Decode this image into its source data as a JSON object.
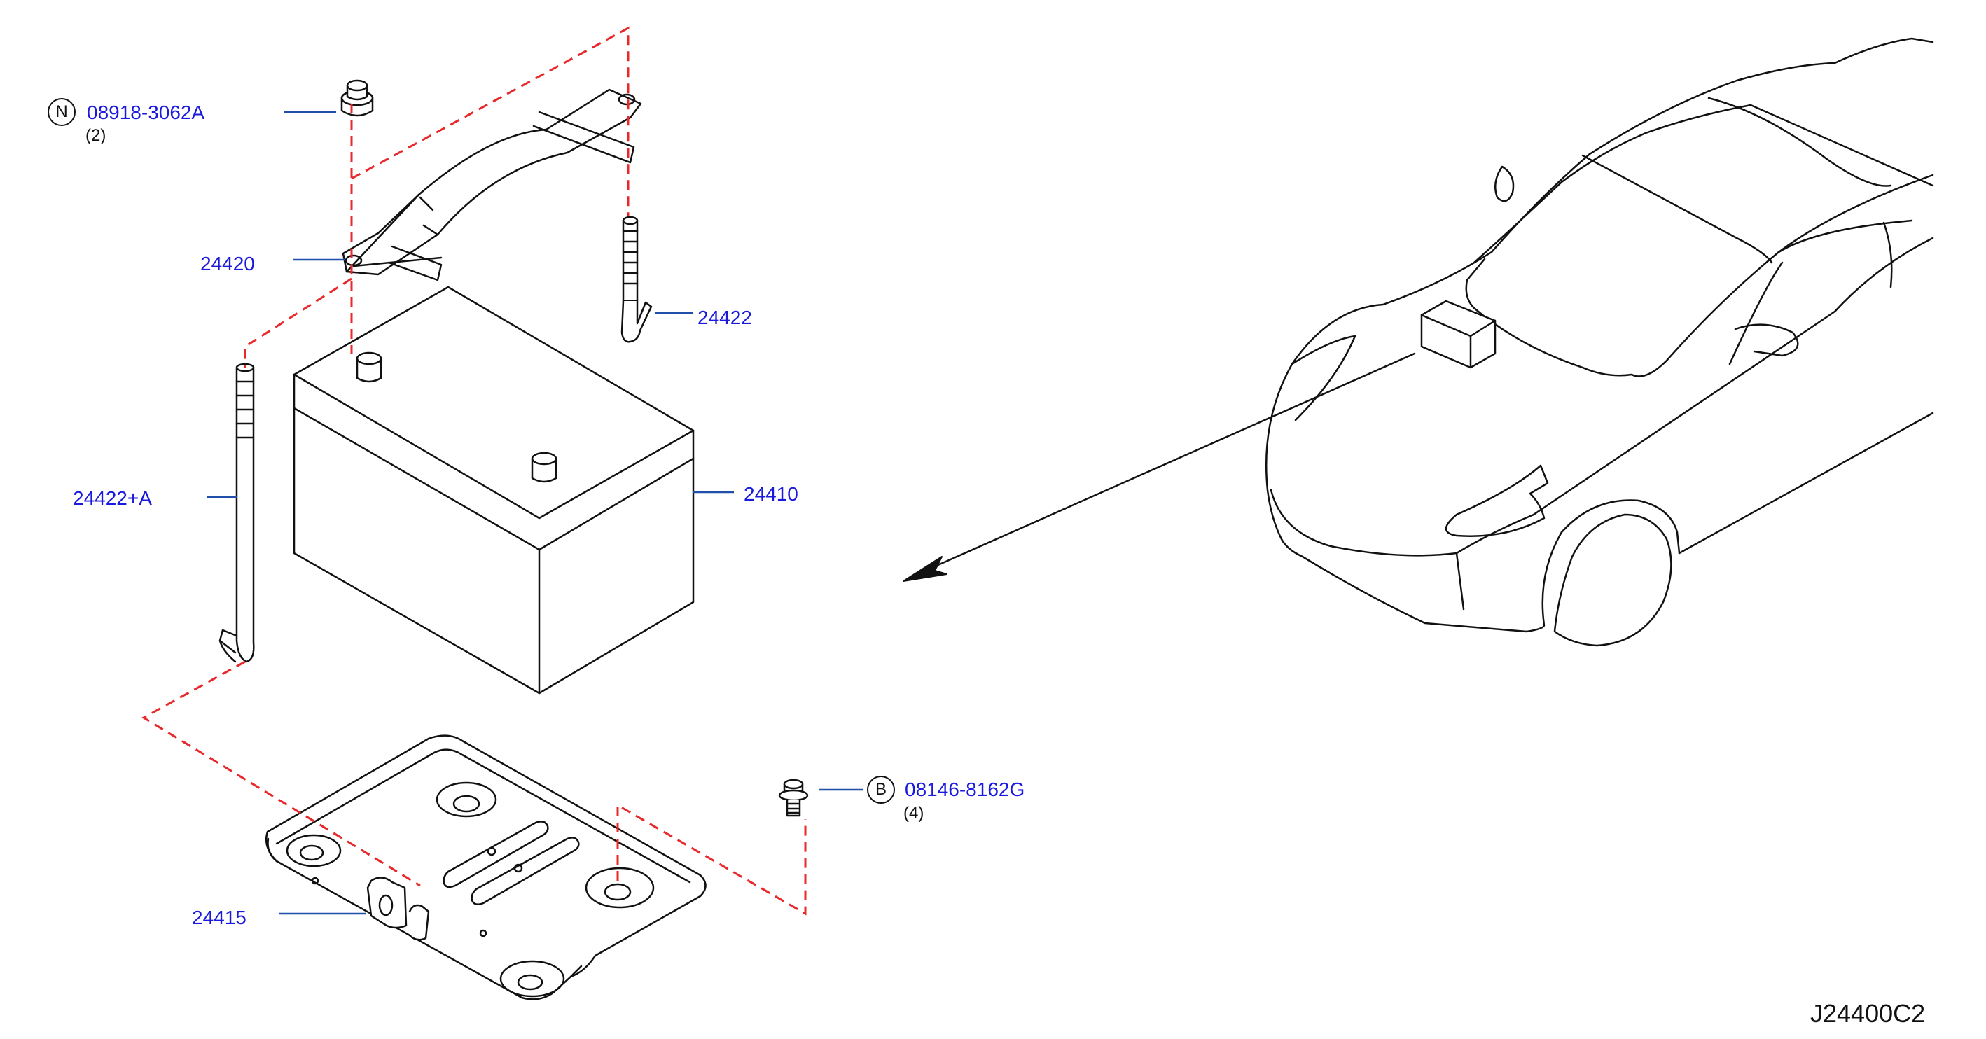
{
  "diagram": {
    "parts": [
      {
        "id": "part-24420",
        "label": "24420"
      },
      {
        "id": "part-24422",
        "label": "24422"
      },
      {
        "id": "part-24422a",
        "label": "24422+A"
      },
      {
        "id": "part-24410",
        "label": "24410"
      },
      {
        "id": "part-24415",
        "label": "24415"
      }
    ],
    "fasteners": [
      {
        "symbol": "N",
        "label": "08918-3062A",
        "qty": "(2)"
      },
      {
        "symbol": "B",
        "label": "08146-8162G",
        "qty": "(4)"
      }
    ],
    "drawing_code": "J24400C2"
  },
  "colors": {
    "label": "#1a1adc",
    "leader": "#1f4fa8",
    "dashed": "#e8282a",
    "stroke": "#111111"
  }
}
